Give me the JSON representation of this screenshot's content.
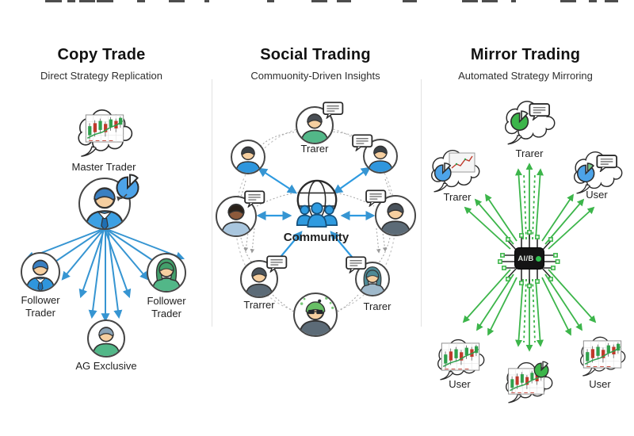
{
  "columns": {
    "copy_trade": {
      "title": "Copy Trade",
      "subtitle": "Direct Strategy Replication",
      "master_label": "Master Trader",
      "follower_left_label": "Follower Trader",
      "follower_right_label": "Follower Trader",
      "bottom_label": "AG Exclusive"
    },
    "social_trading": {
      "title": "Social Trading",
      "subtitle": "Commuonity-Driven Insights",
      "top_label": "Trarer",
      "center_label": "Community",
      "bottom_left_label": "Trarrer",
      "bottom_right_label": "Trarer"
    },
    "mirror_trading": {
      "title": "Mirror Trading",
      "subtitle": "Automated Strategy Mirroring",
      "top_label": "Trarer",
      "left_label": "Trarer",
      "right_label": "User",
      "bottom_left_label": "User",
      "bottom_right_label": "User",
      "chip_label": "AI/B"
    }
  },
  "colors": {
    "copy_arrows": "#3695d2",
    "social_arrows": "#2e9ae0",
    "mirror_arrows": "#3cb54a",
    "chip_background": "#141414",
    "chip_indicator": "#2fbf4f"
  }
}
